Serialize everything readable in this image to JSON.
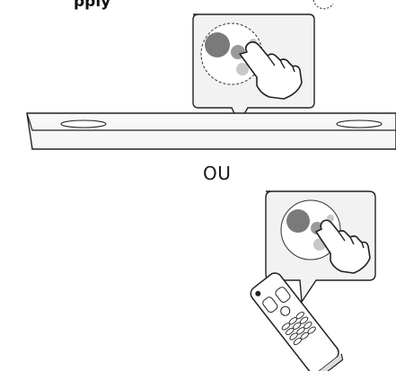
{
  "top_text": "pply",
  "alternative_label": "OU",
  "colors": {
    "outline": "#222222",
    "bubble_fill": "#f2f2f2",
    "button_dark": "#7a7a7a",
    "button_mid": "#9a9a9a",
    "button_light": "#c8c8c8",
    "bar_fill": "#f7f7f7"
  },
  "icons": [
    "hand-pointer-icon",
    "button-icon",
    "soundbar",
    "remote-control"
  ]
}
